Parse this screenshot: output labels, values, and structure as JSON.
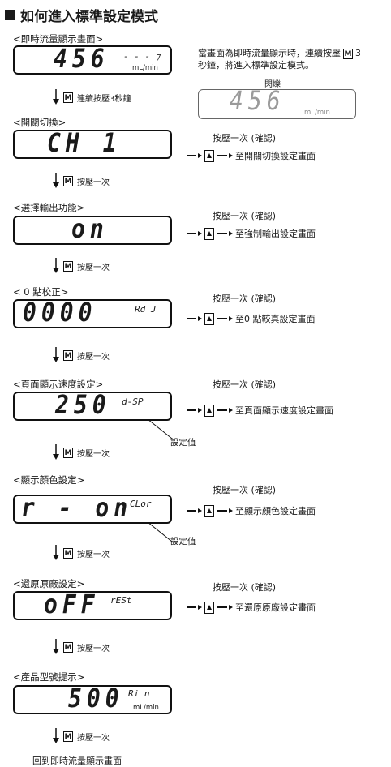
{
  "title": "如何進入標準設定模式",
  "intro": {
    "label": "<即時流量顯示畫面>",
    "display": "456",
    "sub": "- - - ⁊",
    "unit": "mL/min",
    "note_line1": "當畫面為即時流量顯示時，連續按壓",
    "note_key": "M",
    "note_line1_end": "3",
    "note_line2": "秒鐘，將進入標準設定模式。",
    "blink_label": "閃爍",
    "blink_display": "456",
    "blink_unit": "mL/min",
    "step": "連續按壓3秒鐘"
  },
  "sections": [
    {
      "label": "<開關切換>",
      "display": "CH 1",
      "sub": "",
      "confirm": "按壓一次 (確認)",
      "goto": "至開關切換設定畫面",
      "step": "按壓一次"
    },
    {
      "label": "<選擇輸出功能>",
      "display": "on",
      "sub": "",
      "confirm": "按壓一次 (確認)",
      "goto": "至強制輸出設定畫面",
      "step": "按壓一次"
    },
    {
      "label": "< 0 點校正>",
      "display": "0000",
      "sub": "Rd J",
      "confirm": "按壓一次 (確認)",
      "goto": "至0 點較真設定畫面",
      "step": "按壓一次"
    },
    {
      "label": "<頁面顯示速度設定>",
      "display": "250",
      "sub": "d-SP",
      "confirm": "按壓一次 (確認)",
      "goto": "至頁面顯示速度設定畫面",
      "step": "按壓一次",
      "setval": "設定值"
    },
    {
      "label": "<顯示顏色設定>",
      "display": "r - on",
      "sub": "CLor",
      "confirm": "按壓一次 (確認)",
      "goto": "至顯示顏色設定畫面",
      "step": "按壓一次",
      "setval": "設定值"
    },
    {
      "label": "<還原原廠設定>",
      "display": "oFF",
      "sub": "rESt",
      "confirm": "按壓一次 (確認)",
      "goto": "至還原原廠設定畫面",
      "step": "按壓一次"
    }
  ],
  "last": {
    "label": "<產品型號提示>",
    "display": "500",
    "sub": "Ri  n",
    "unit": "mL/min",
    "step": "按壓一次"
  },
  "footer": "回到即時流量顯示畫面",
  "key_m": "M"
}
